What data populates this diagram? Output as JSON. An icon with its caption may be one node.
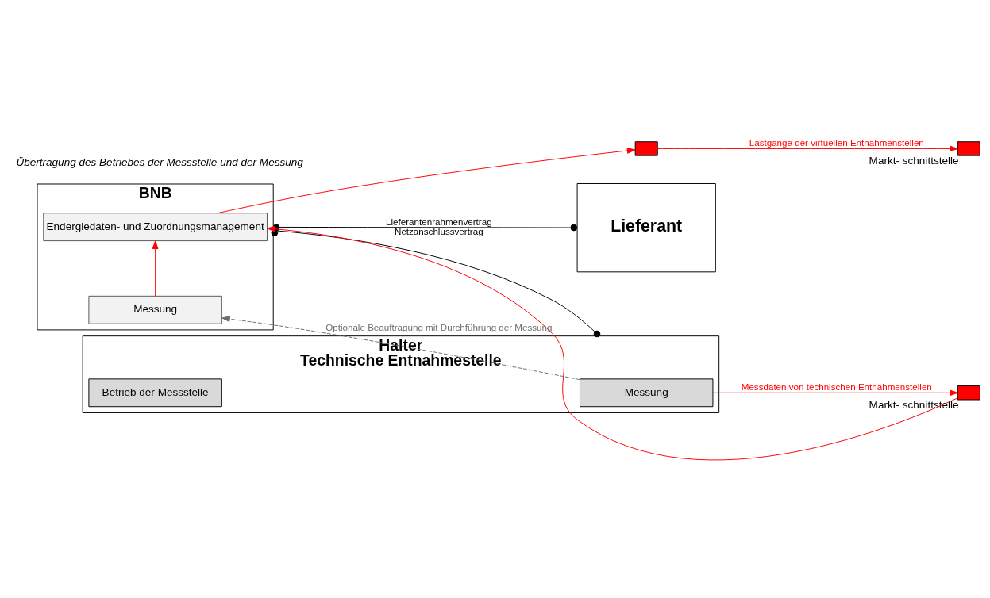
{
  "diagram": {
    "nodes": [
      {
        "text": [
          "BNB"
        ]
      },
      {
        "text": [
          "Endergiedaten- und Zuordnungsmanagement"
        ],
        "in": 0
      },
      {
        "text": [
          "Messung"
        ],
        "in": 0
      },
      {
        "text": [],
        "shape": "box"
      },
      {
        "text": [],
        "shape": "box",
        "beside": [
          "Markt- schnittstelle"
        ]
      },
      {
        "text": [
          "Lieferant"
        ]
      },
      {
        "text": [],
        "shape": "box",
        "beside": [
          "Markt- schnittstelle"
        ]
      },
      {
        "text": [
          "Halter",
          "Technische Entnahmestelle"
        ]
      },
      {
        "text": [
          "Messung"
        ],
        "in": 7
      },
      {
        "text": [
          "Betrieb der Messstelle"
        ],
        "in": 7
      }
    ],
    "edges": [
      {
        "from": 0,
        "to": 5,
        "arrow": "other",
        "label": "Lieferantenrahmenvertrag",
        "color": "#000000"
      },
      {
        "from": 1,
        "to": 3,
        "arrow": "to",
        "color": "#ff0000"
      },
      {
        "from": 3,
        "to": 6,
        "arrow": "to",
        "label": "Lastgänge der virtuellen Entnahmenstellen",
        "color": "#ff0000"
      },
      {
        "from": 2,
        "to": 1,
        "arrow": "to",
        "color": "#ff0000"
      },
      {
        "from": 4,
        "to": 1,
        "arrow": "to",
        "color": "#ff0000"
      },
      {
        "from": 8,
        "to": 4,
        "arrow": "to",
        "label": "Messdaten von technischen Entnahmenstellen",
        "color": "#ff0000"
      },
      {
        "from": 8,
        "to": 2,
        "arrow": "to",
        "style": "dashed",
        "label": "Optionale Beauftragung mit Durchführung der Messung",
        "color": "#6e6e6e"
      },
      {
        "from": 0,
        "to": 7,
        "arrow": "other",
        "label": "Netzanschlussvertrag",
        "color": "#000000"
      }
    ],
    "labels": [
      "Übertragung des Betriebes der Messstelle und der Messung"
    ]
  }
}
